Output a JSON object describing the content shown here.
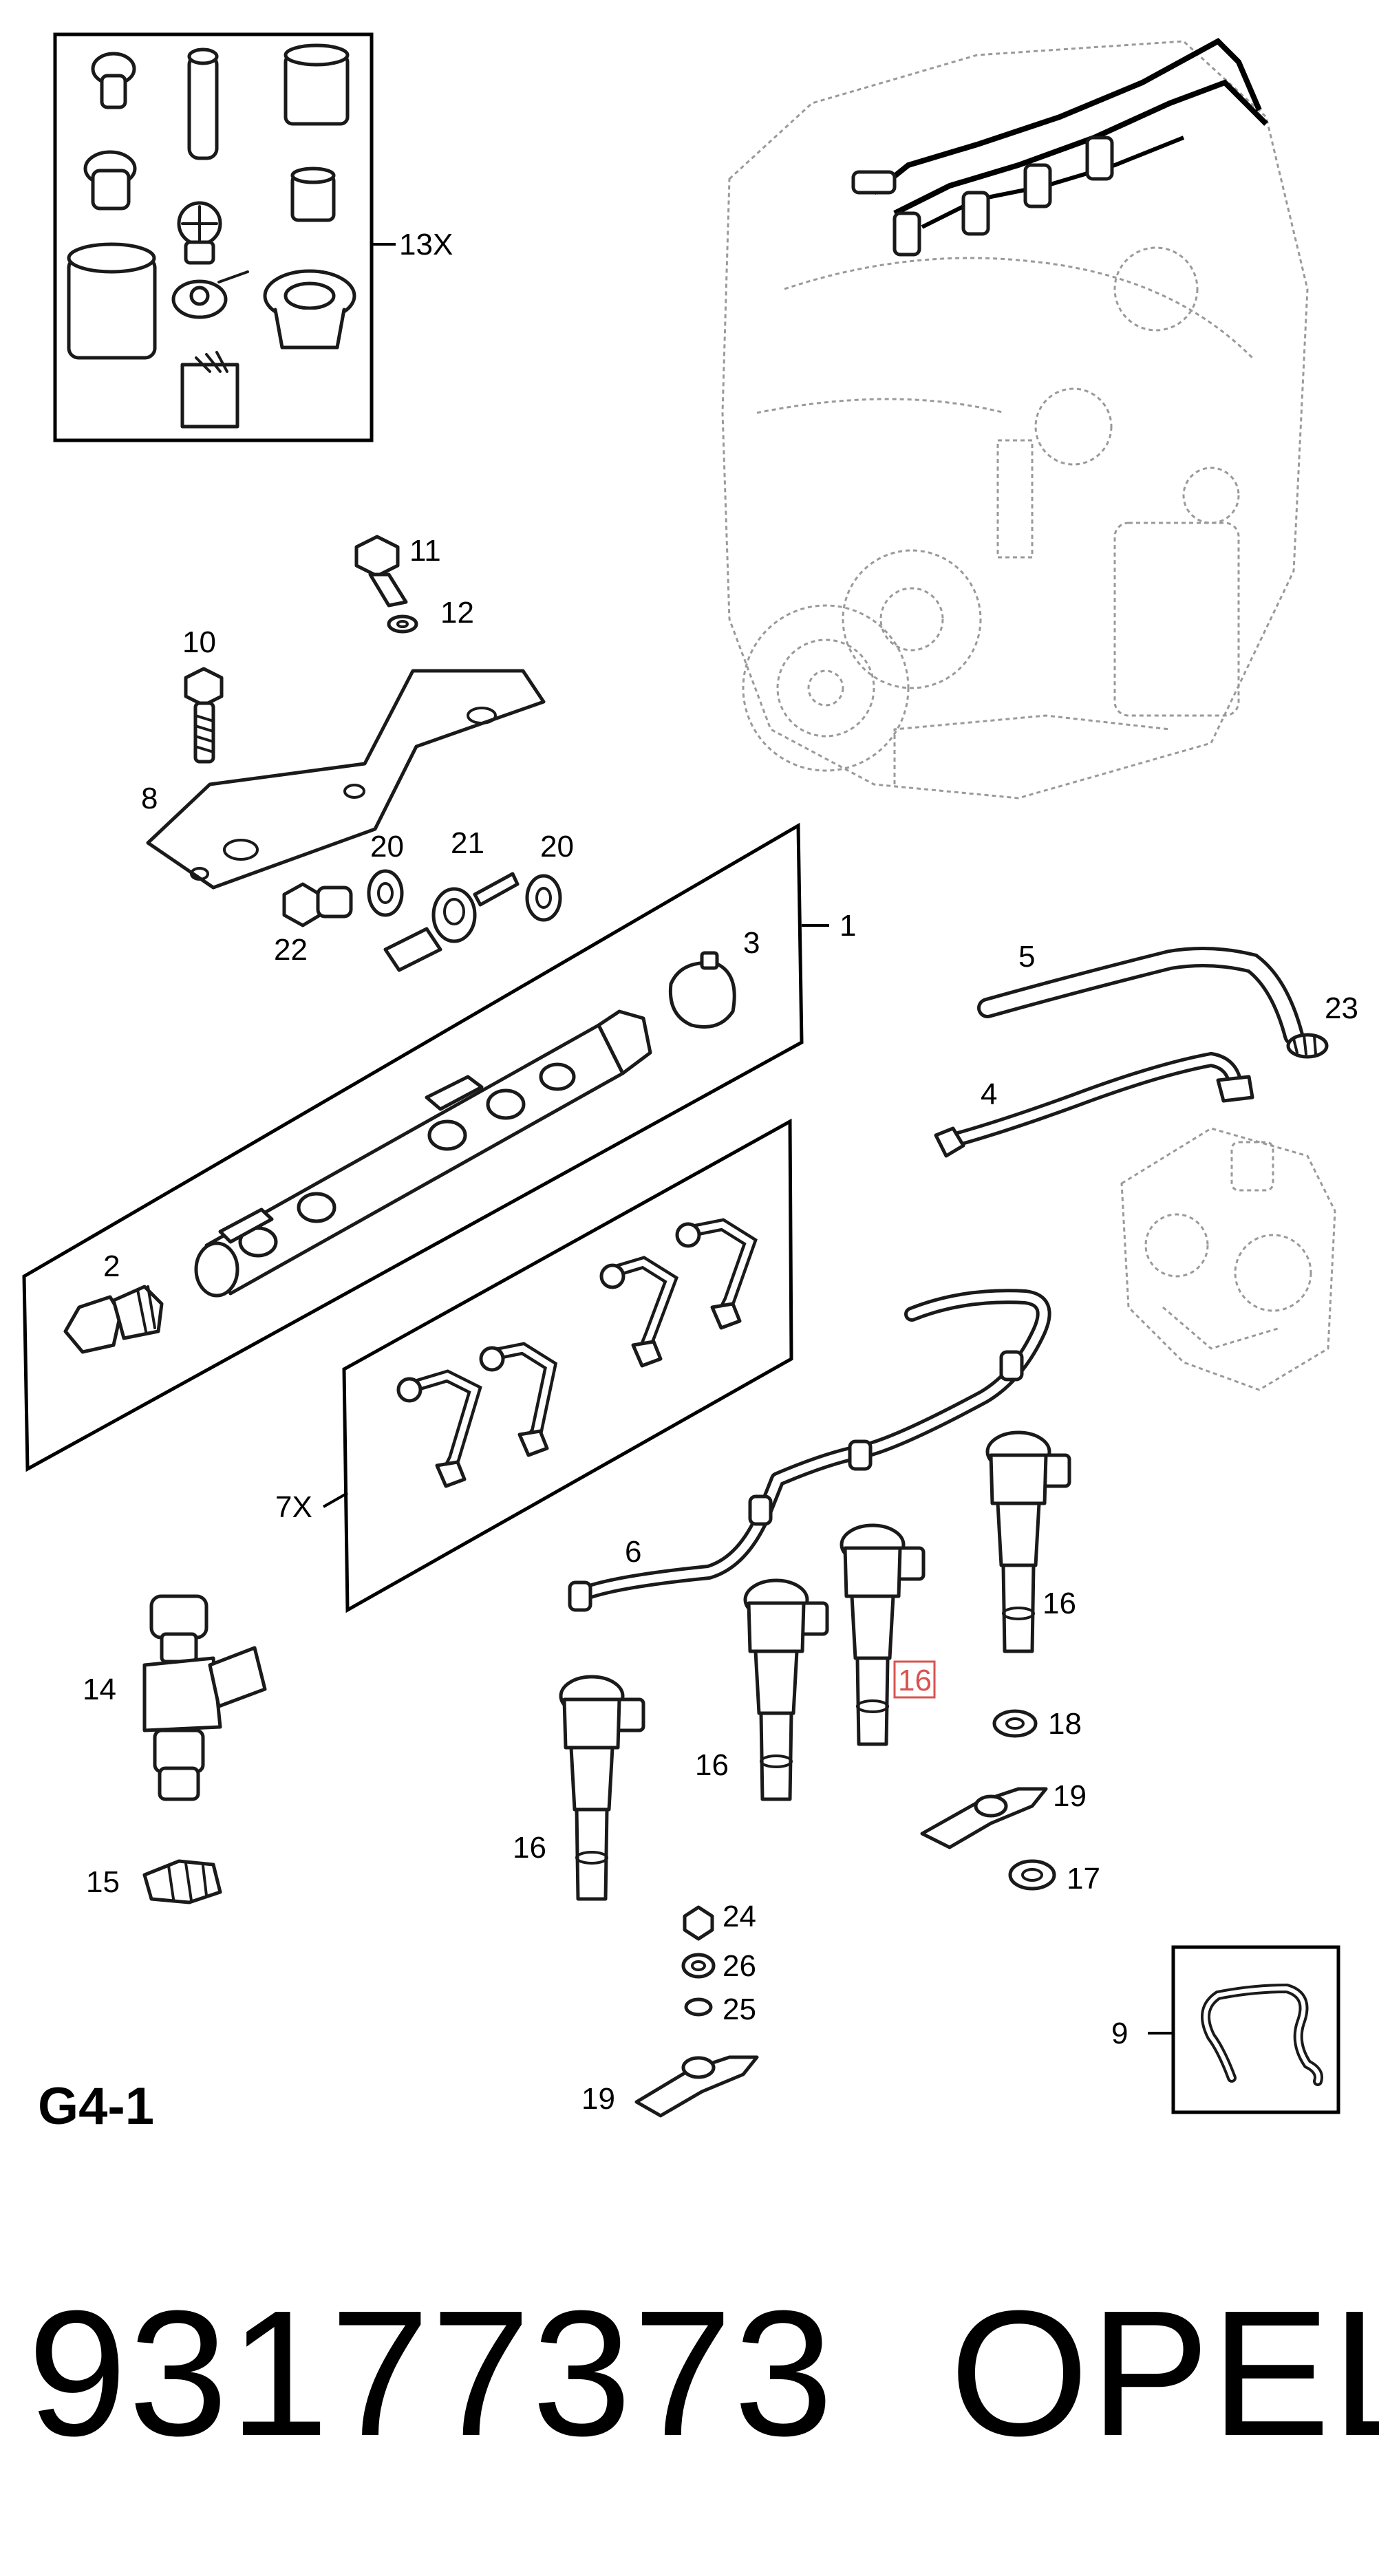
{
  "diagram": {
    "group_code": "G4-1",
    "highlighted_callout": "16",
    "callouts": {
      "c1": "1",
      "c2": "2",
      "c3": "3",
      "c4": "4",
      "c5": "5",
      "c6": "6",
      "c7": "7X",
      "c8": "8",
      "c9": "9",
      "c10": "10",
      "c11": "11",
      "c12": "12",
      "c13": "13X",
      "c14": "14",
      "c15": "15",
      "c16a": "16",
      "c16b": "16",
      "c16c": "16",
      "c16d": "16",
      "c17": "17",
      "c18": "18",
      "c19a": "19",
      "c19b": "19",
      "c20a": "20",
      "c20b": "20",
      "c21": "21",
      "c22": "22",
      "c23": "23",
      "c24": "24",
      "c25": "25",
      "c26": "26"
    }
  },
  "footer": {
    "part_number": "93177373",
    "brand": "OPEL"
  }
}
